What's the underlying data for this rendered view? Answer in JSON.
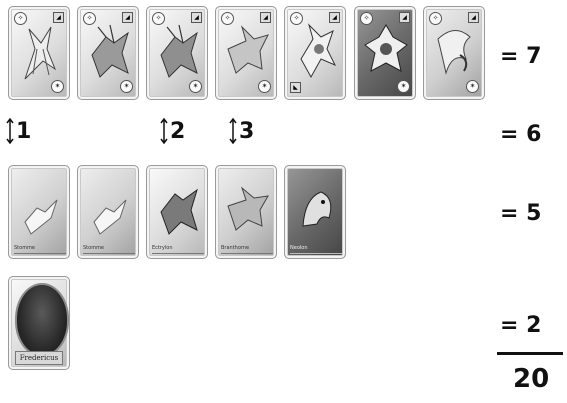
{
  "rows": [
    {
      "score": "= 7",
      "cards": [
        {
          "style": "light",
          "name": "",
          "symbols": [
            "wing",
            "dragon"
          ],
          "swap": "1"
        },
        {
          "style": "light",
          "name": "",
          "symbols": [
            "wing",
            "dragon"
          ],
          "swap": ""
        },
        {
          "style": "light",
          "name": "",
          "symbols": [
            "wing",
            "dragon"
          ],
          "swap": "2"
        },
        {
          "style": "light",
          "name": "",
          "symbols": [
            "wing",
            "dragon"
          ],
          "swap": "3"
        },
        {
          "style": "light",
          "name": "",
          "symbols": [
            "wing"
          ],
          "swap": ""
        },
        {
          "style": "dark",
          "name": "",
          "symbols": [
            "wing",
            "dragon"
          ],
          "swap": ""
        },
        {
          "style": "mid",
          "name": "",
          "symbols": [
            "wing",
            "dragon"
          ],
          "swap": ""
        }
      ]
    },
    {
      "score": "= 6",
      "swaps": [
        {
          "label": "1"
        },
        {
          "label": "2"
        },
        {
          "label": "3"
        }
      ]
    },
    {
      "score": "= 5",
      "cards": [
        {
          "style": "mid",
          "name": "Stomme",
          "symbols": []
        },
        {
          "style": "mid",
          "name": "Stomme",
          "symbols": []
        },
        {
          "style": "light",
          "name": "Ectrylon",
          "symbols": []
        },
        {
          "style": "mid",
          "name": "Branthorne",
          "symbols": []
        },
        {
          "style": "dark",
          "name": "Neolon",
          "symbols": []
        }
      ]
    },
    {
      "score": "= 2",
      "cards": [
        {
          "style": "light",
          "name": "Fredericus",
          "portrait": true
        }
      ]
    }
  ],
  "total": "20",
  "colors": {
    "ink": "#111111",
    "card_border": "#9a9a9a"
  }
}
